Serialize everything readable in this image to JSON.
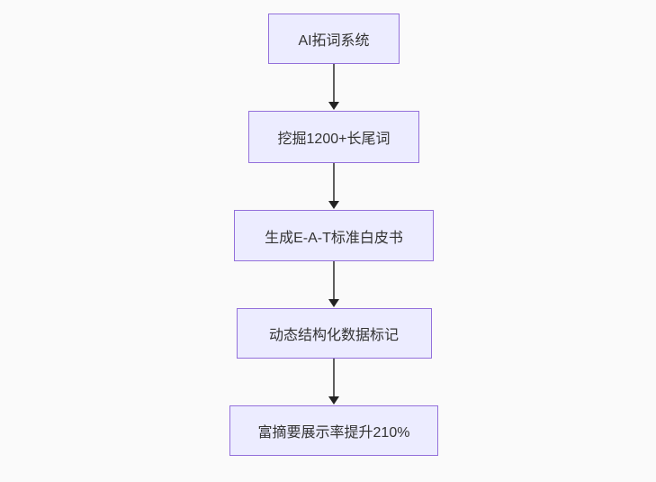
{
  "diagram": {
    "type": "flowchart",
    "direction": "top-down",
    "nodes": [
      {
        "id": "n1",
        "label": "AI拓词系统"
      },
      {
        "id": "n2",
        "label": "挖掘1200+长尾词"
      },
      {
        "id": "n3",
        "label": "生成E-A-T标准白皮书"
      },
      {
        "id": "n4",
        "label": "动态结构化数据标记"
      },
      {
        "id": "n5",
        "label": "富摘要展示率提升210%"
      }
    ],
    "edges": [
      {
        "from": "n1",
        "to": "n2"
      },
      {
        "from": "n2",
        "to": "n3"
      },
      {
        "from": "n3",
        "to": "n4"
      },
      {
        "from": "n4",
        "to": "n5"
      }
    ],
    "colors": {
      "node_fill": "#ECECFF",
      "node_border": "#9370DB",
      "text": "#333333",
      "arrow_line": "#5e5e5e",
      "arrow_head": "#222222",
      "background": "#fafafa"
    }
  }
}
